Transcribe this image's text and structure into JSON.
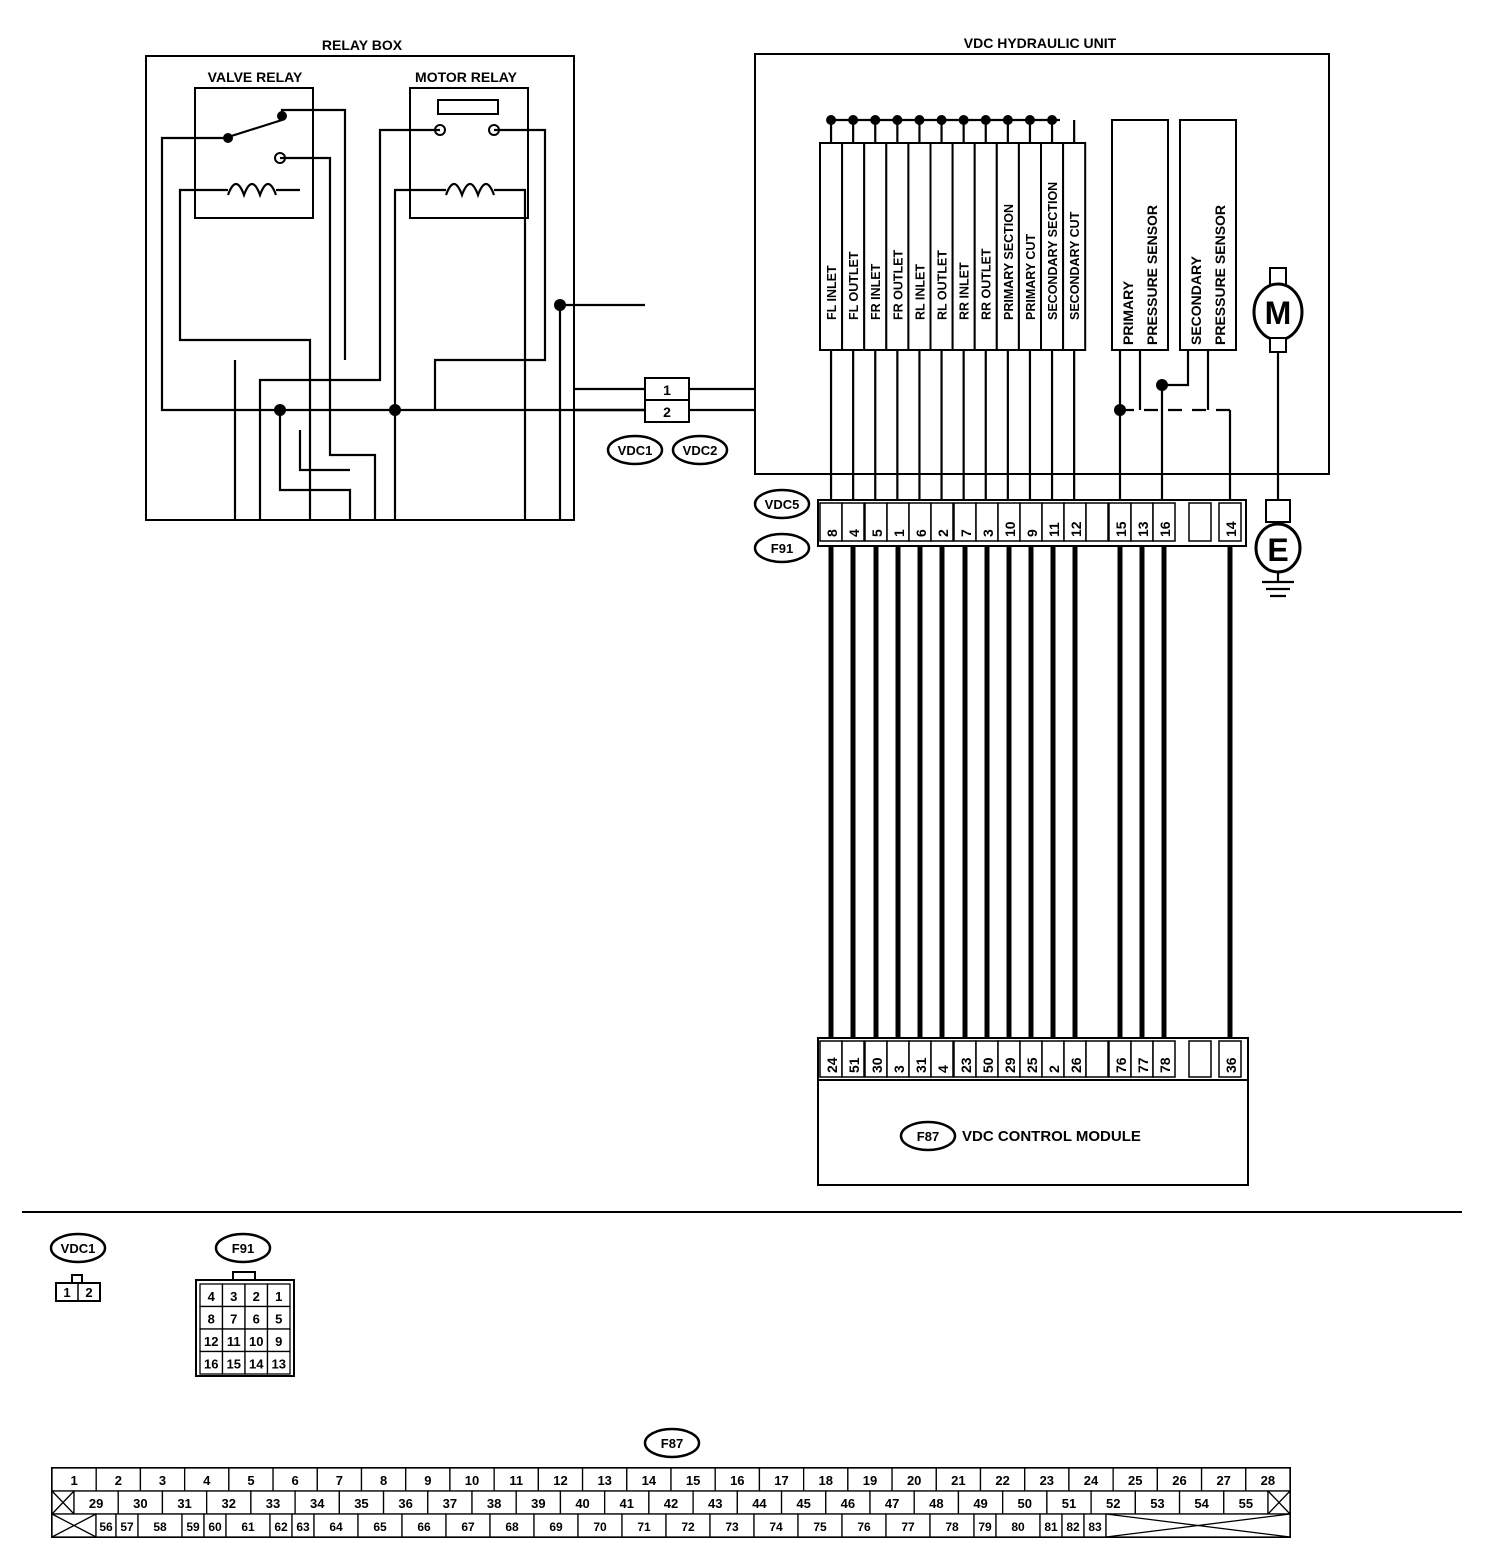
{
  "relay_box": {
    "title": "RELAY BOX",
    "valve_relay": "VALVE RELAY",
    "motor_relay": "MOTOR RELAY"
  },
  "hydraulic_unit": {
    "title": "VDC HYDRAULIC UNIT",
    "valves": [
      "FL INLET",
      "FL OUTLET",
      "FR INLET",
      "FR OUTLET",
      "RL INLET",
      "RL OUTLET",
      "RR INLET",
      "RR OUTLET",
      "PRIMARY SECTION",
      "PRIMARY CUT",
      "SECONDARY SECTION",
      "SECONDARY CUT"
    ],
    "sensors": [
      {
        "line1": "PRIMARY",
        "line2": "PRESSURE SENSOR"
      },
      {
        "line1": "SECONDARY",
        "line2": "PRESSURE SENSOR"
      }
    ],
    "motor_symbol": "M",
    "ground_symbol": "E"
  },
  "connectors": {
    "vdc1": "VDC1",
    "vdc2": "VDC2",
    "vdc5": "VDC5",
    "f91": "F91",
    "f87": "F87",
    "vdc1_pins": [
      "1",
      "2"
    ],
    "vdc5_pins": [
      "8",
      "4",
      "5",
      "1",
      "6",
      "2",
      "7",
      "3",
      "10",
      "9",
      "11",
      "12",
      "",
      "15",
      "13",
      "16",
      "",
      "14"
    ],
    "f87_pins": [
      "24",
      "51",
      "30",
      "3",
      "31",
      "4",
      "23",
      "50",
      "29",
      "25",
      "2",
      "26",
      "",
      "76",
      "77",
      "78",
      "",
      "36"
    ]
  },
  "module": {
    "title": "VDC CONTROL MODULE"
  },
  "legend": {
    "vdc1_pins": [
      "1",
      "2"
    ],
    "f91_rows": [
      [
        "4",
        "3",
        "2",
        "1"
      ],
      [
        "8",
        "7",
        "6",
        "5"
      ],
      [
        "12",
        "11",
        "10",
        "9"
      ],
      [
        "16",
        "15",
        "14",
        "13"
      ]
    ],
    "f87_row1": [
      "1",
      "2",
      "3",
      "4",
      "5",
      "6",
      "7",
      "8",
      "9",
      "10",
      "11",
      "12",
      "13",
      "14",
      "15",
      "16",
      "17",
      "18",
      "19",
      "20",
      "21",
      "22",
      "23",
      "24",
      "25",
      "26",
      "27",
      "28"
    ],
    "f87_row2": [
      "29",
      "30",
      "31",
      "32",
      "33",
      "34",
      "35",
      "36",
      "37",
      "38",
      "39",
      "40",
      "41",
      "42",
      "43",
      "44",
      "45",
      "46",
      "47",
      "48",
      "49",
      "50",
      "51",
      "52",
      "53",
      "54",
      "55"
    ],
    "f87_row3": [
      "56",
      "57",
      "58",
      "59",
      "60",
      "61",
      "62",
      "63",
      "64",
      "65",
      "66",
      "67",
      "68",
      "69",
      "70",
      "71",
      "72",
      "73",
      "74",
      "75",
      "76",
      "77",
      "78",
      "79",
      "80",
      "81",
      "82",
      "83"
    ]
  }
}
